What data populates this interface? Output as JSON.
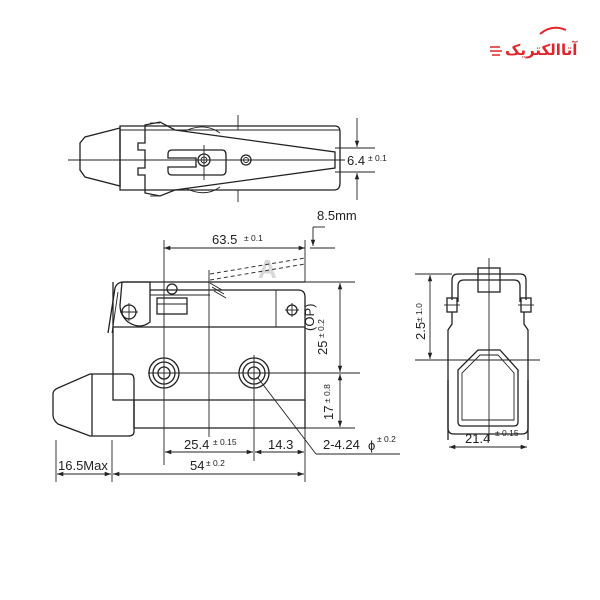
{
  "logo": {
    "text": "آتاالکتریک",
    "color": "#e0262b"
  },
  "watermark": {
    "text": "A"
  },
  "top_view": {
    "dimension": {
      "value": "6.4",
      "tolerance": "± 0.1"
    }
  },
  "front_view": {
    "dimensions": {
      "lever_length": {
        "value": "63.5",
        "tolerance": "± 0.1"
      },
      "overtravel": {
        "value": "8.5mm"
      },
      "operating_position": {
        "label": "(OP)",
        "value": "25",
        "tolerance": "± 0.2"
      },
      "hole_height": {
        "value": "17",
        "tolerance": "± 0.8"
      },
      "hole_spacing": {
        "value": "25.4",
        "tolerance": "± 0.15"
      },
      "hole_edge": {
        "value": "14.3"
      },
      "hole_diameter": {
        "value": "2-4.24",
        "symbol": "ϕ",
        "tolerance": "± 0.2"
      },
      "plunger_max": {
        "value": "16.5Max"
      },
      "body_length": {
        "value": "54",
        "tolerance": "± 0.2"
      }
    }
  },
  "side_view": {
    "dimensions": {
      "height": {
        "value": "2.5",
        "tolerance": "± 1.0"
      },
      "width": {
        "value": "21.4",
        "tolerance": "± 0.15"
      }
    }
  }
}
